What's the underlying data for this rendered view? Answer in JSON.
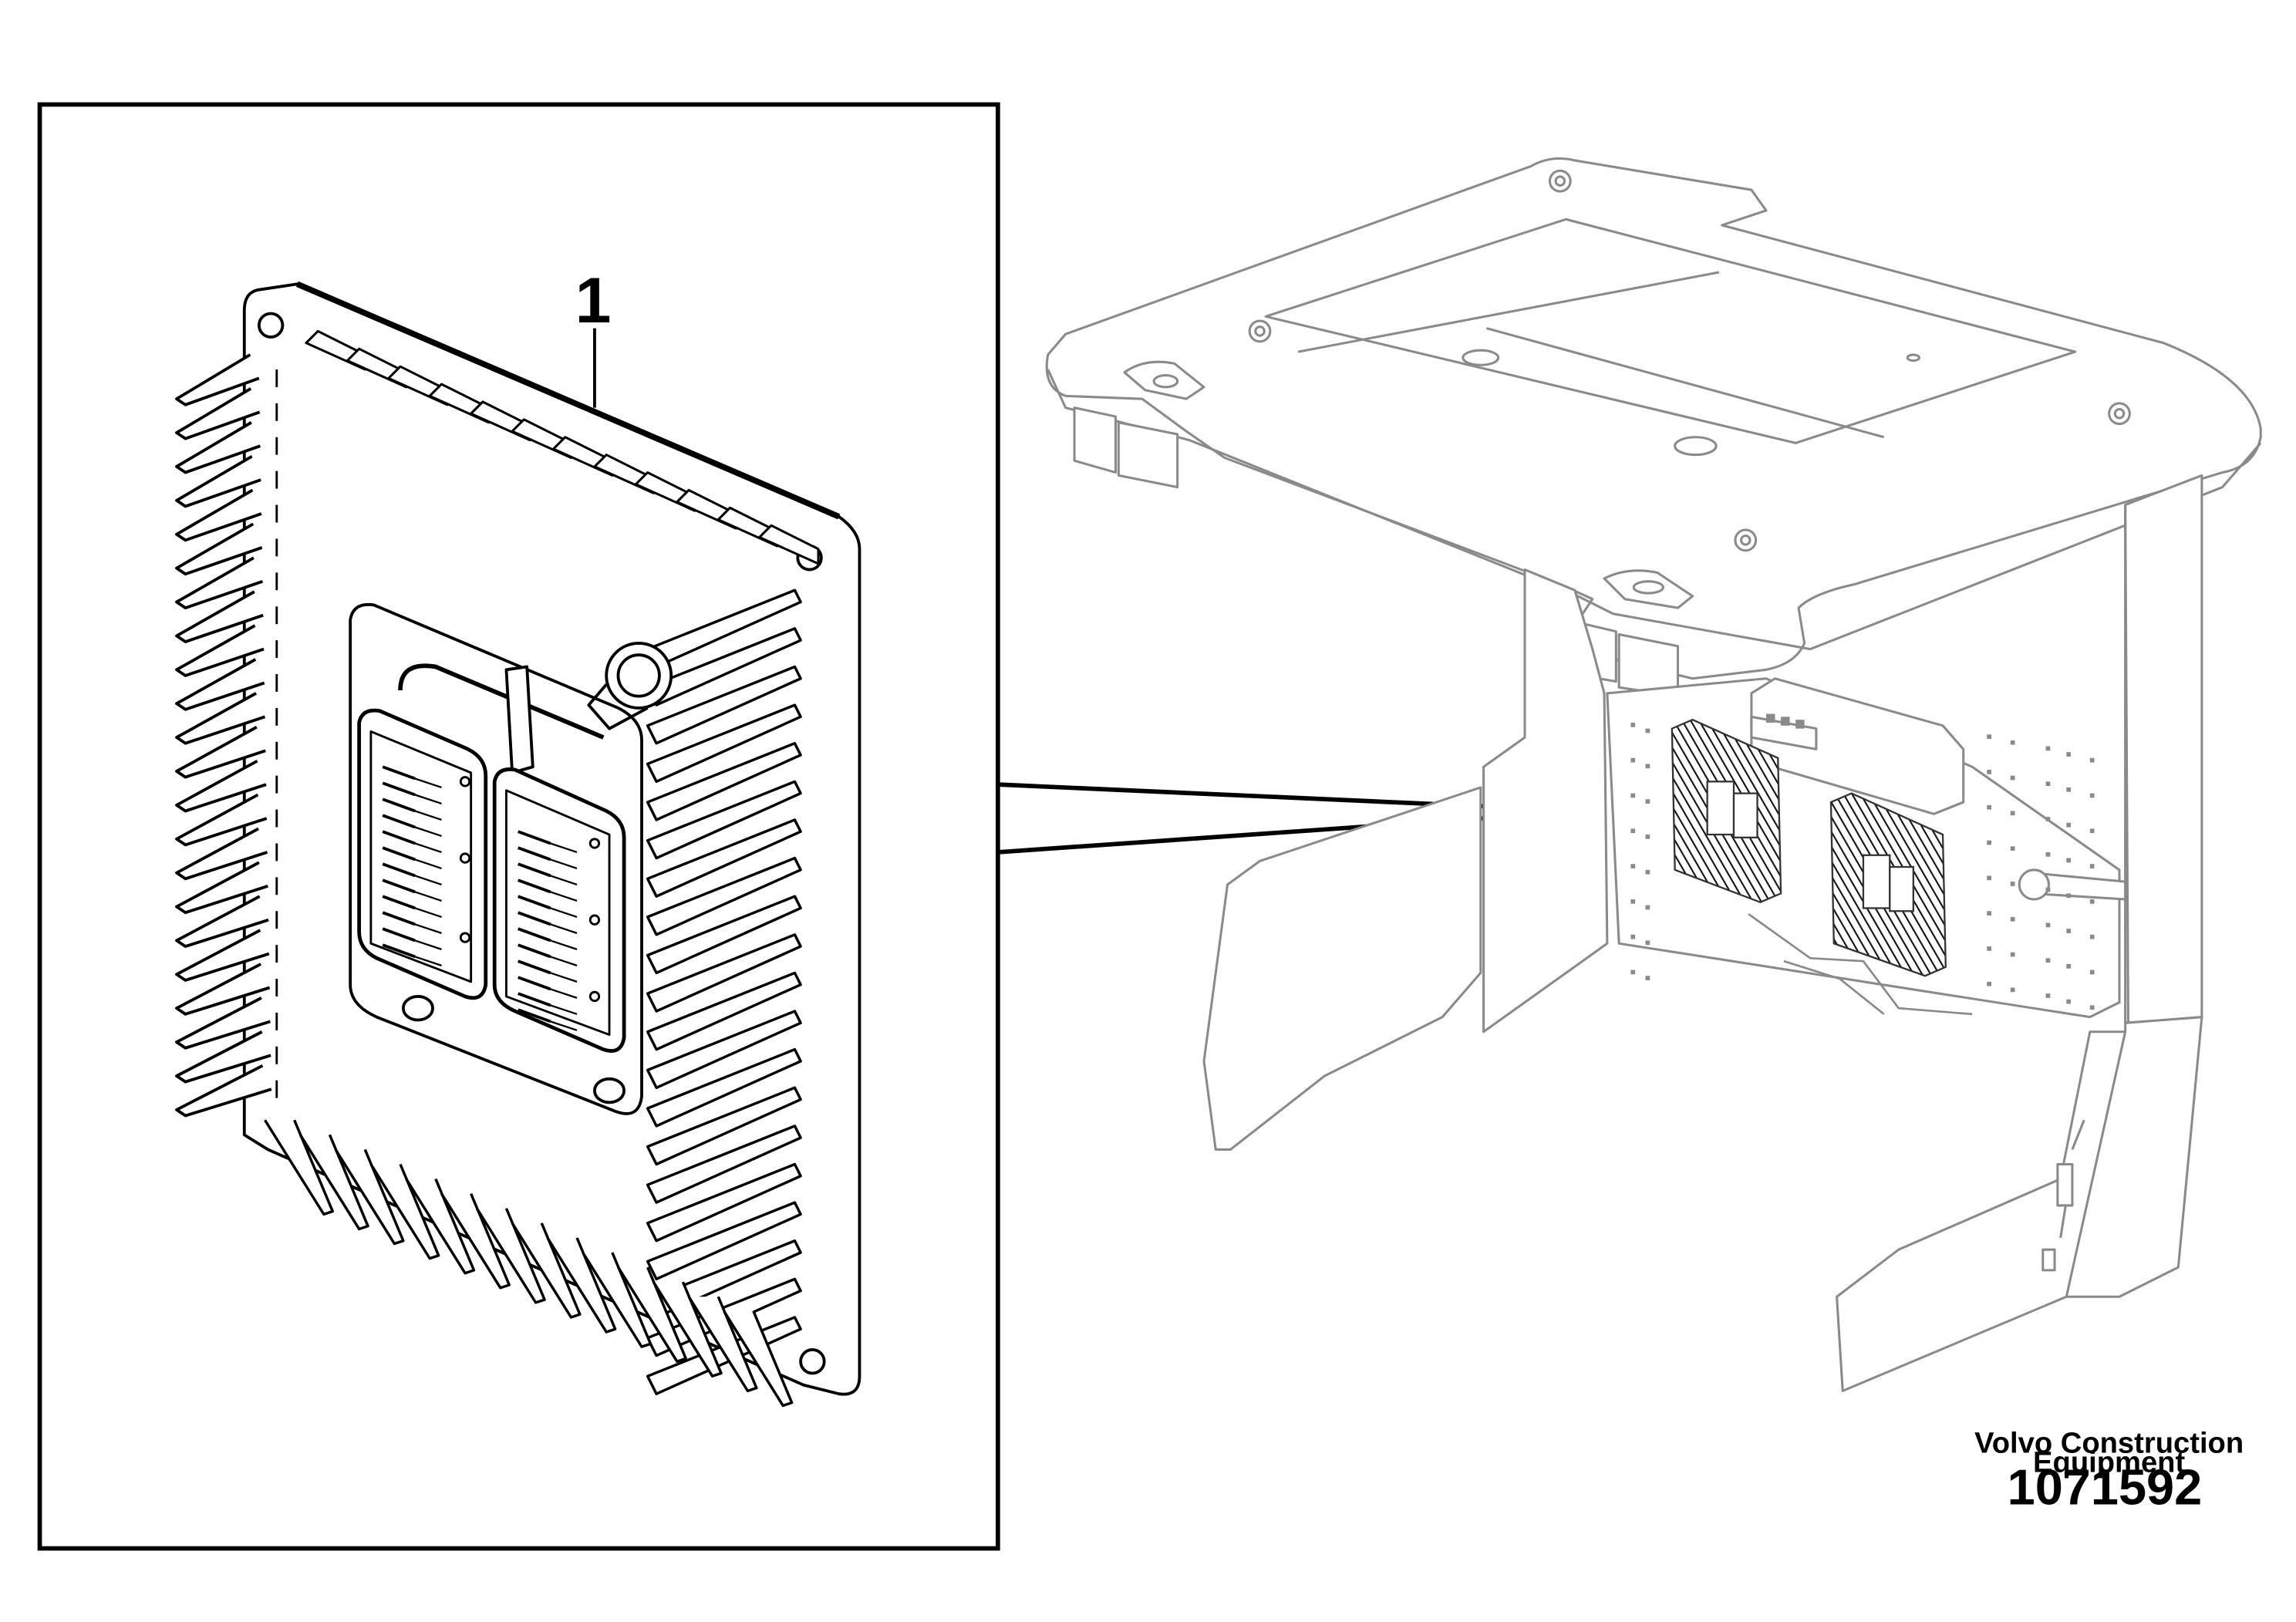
{
  "callout": {
    "part_number": "1"
  },
  "footer": {
    "brand_line1": "Volvo Construction",
    "brand_line2": "Equipment",
    "document_number": "1071592"
  },
  "colors": {
    "ink": "#000000",
    "ghost_ink": "#8a8a8a",
    "background": "#ffffff"
  }
}
